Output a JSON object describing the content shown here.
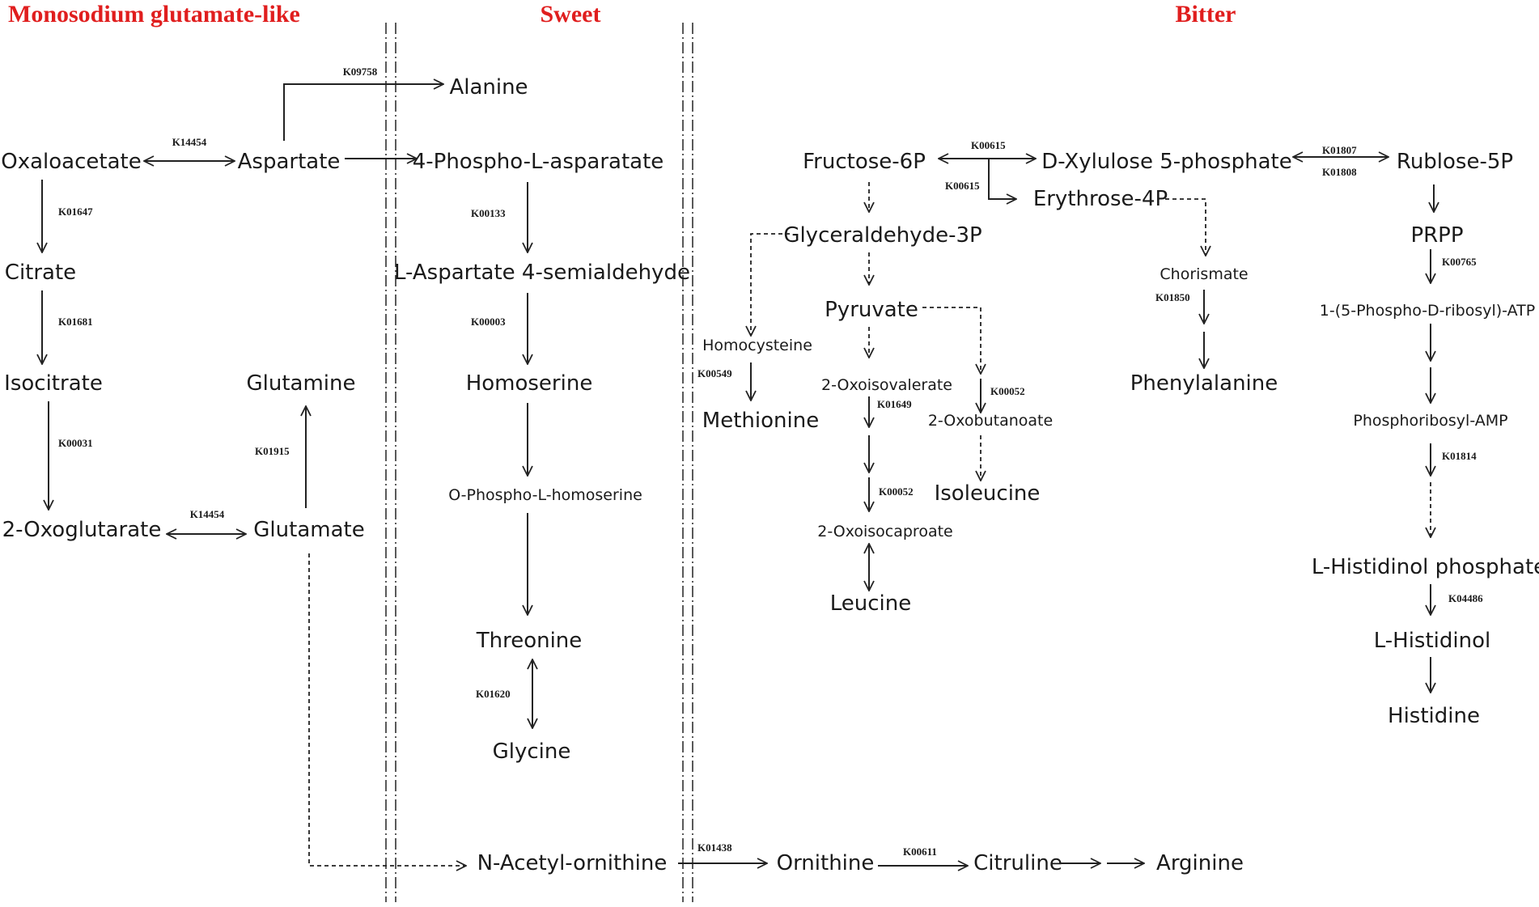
{
  "colors": {
    "header": "#e01e1e",
    "umami": "#e8211f",
    "sweet": "#f5c84a",
    "bitter": "#2cb36a",
    "default": "#1a1a1a"
  },
  "headers": {
    "msg": "Monosodium glutamate-like",
    "sweet": "Sweet",
    "bitter": "Bitter"
  },
  "nodes": {
    "oxaloacetate": "Oxaloacetate",
    "aspartate": "Aspartate",
    "alanine": "Alanine",
    "phospho_asparatate": "4-Phospho-L-asparatate",
    "citrate": "Citrate",
    "isocitrate": "Isocitrate",
    "glutamine": "Glutamine",
    "oxoglutarate": "2-Oxoglutarate",
    "glutamate": "Glutamate",
    "aspartate_semialdehyde": "L-Aspartate 4-semialdehyde",
    "homoserine": "Homoserine",
    "phospho_homoserine": "O-Phospho-L-homoserine",
    "threonine": "Threonine",
    "glycine": "Glycine",
    "acetyl_ornithine": "N-Acetyl-ornithine",
    "ornithine": "Ornithine",
    "citruline": "Citruline",
    "arginine": "Arginine",
    "fructose": "Fructose-6P",
    "xylulose": "D-Xylulose 5-phosphate",
    "rublose": "Rublose-5P",
    "erythrose": "Erythrose-4P",
    "glyceraldehyde": "Glyceraldehyde-3P",
    "chorismate": "Chorismate",
    "prpp": "PRPP",
    "phosphoribosyl_atp": "1-(5-Phospho-D-ribosyl)-ATP",
    "pyruvate": "Pyruvate",
    "homocysteine": "Homocysteine",
    "methionine": "Methionine",
    "oxoisovalerate": "2-Oxoisovalerate",
    "oxobutanoate": "2-Oxobutanoate",
    "isoleucine": "Isoleucine",
    "oxoisocaproate": "2-Oxoisocaproate",
    "leucine": "Leucine",
    "phenylalanine": "Phenylalanine",
    "phosphoribosyl_amp": "Phosphoribosyl-AMP",
    "histidinol_phosphate": "L-Histidinol phosphate",
    "histidinol": "L-Histidinol",
    "histidine": "Histidine"
  },
  "enzymes": {
    "k09758": "K09758",
    "k14454_a": "K14454",
    "k01647": "K01647",
    "k01681": "K01681",
    "k00031": "K00031",
    "k14454_b": "K14454",
    "k01915": "K01915",
    "k00133": "K00133",
    "k00003": "K00003",
    "k01620": "K01620",
    "k01438": "K01438",
    "k00611": "K00611",
    "k00615_a": "K00615",
    "k00615_b": "K00615",
    "k01807": "K01807",
    "k01808": "K01808",
    "k00549": "K00549",
    "k01649": "K01649",
    "k00052_a": "K00052",
    "k00052_b": "K00052",
    "k01850": "K01850",
    "k00765": "K00765",
    "k01814": "K01814",
    "k04486": "K04486"
  }
}
